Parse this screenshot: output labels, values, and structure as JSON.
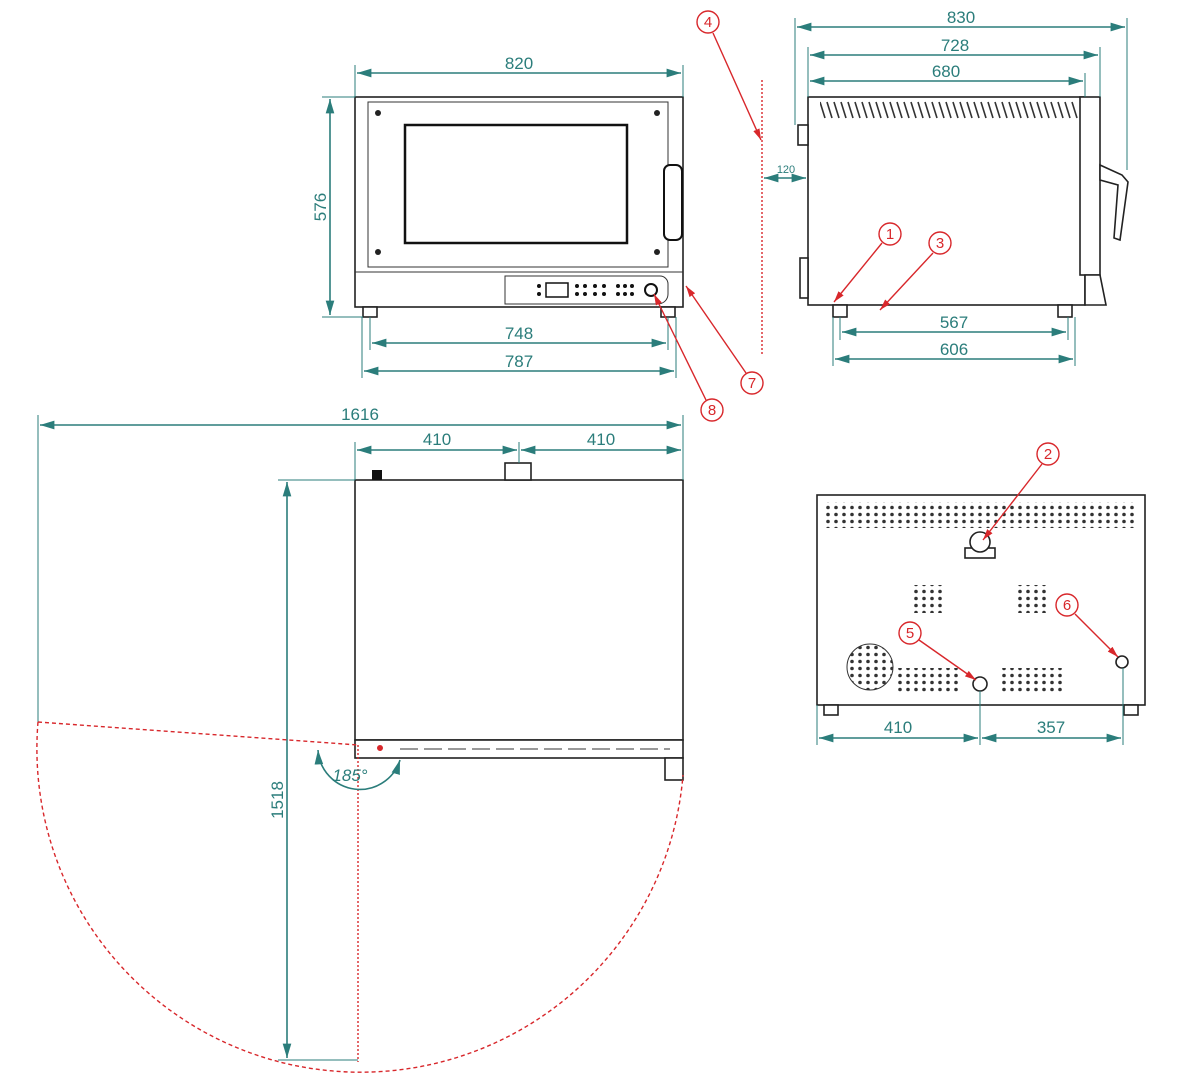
{
  "front_view": {
    "width_820": "820",
    "height_576": "576",
    "width_748": "748",
    "width_787": "787"
  },
  "side_view": {
    "depth_830": "830",
    "depth_728": "728",
    "depth_680": "680",
    "clearance_120": "120",
    "feet_567": "567",
    "feet_606": "606"
  },
  "top_view": {
    "total_1616": "1616",
    "half_left_410": "410",
    "half_right_410": "410",
    "depth_1518": "1518",
    "door_angle": "185°"
  },
  "back_view": {
    "left_410": "410",
    "right_357": "357"
  },
  "callouts": [
    "1",
    "2",
    "3",
    "4",
    "5",
    "6",
    "7",
    "8"
  ],
  "colors": {
    "dimension": "#2b7d7b",
    "callout": "#d8272b",
    "outline": "#222222"
  }
}
